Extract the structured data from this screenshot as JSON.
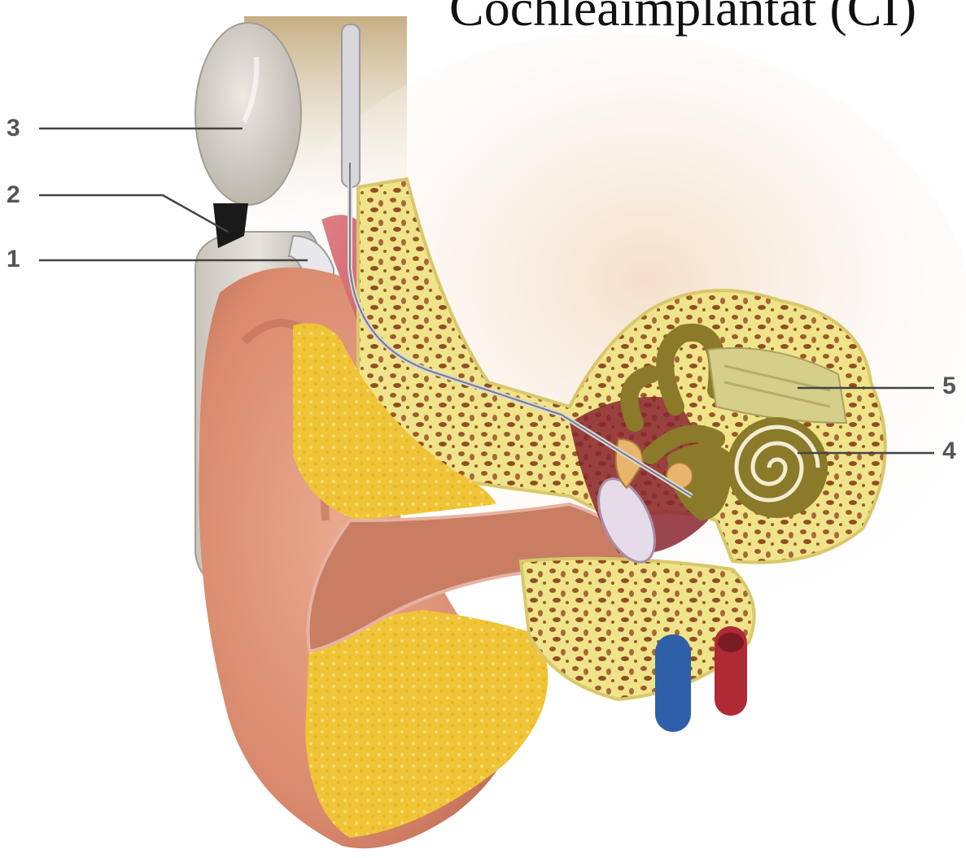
{
  "title": "Cochleaimplantat (CI)",
  "labels": {
    "l1": "1",
    "l2": "2",
    "l3": "3",
    "l4": "4",
    "l5": "5"
  },
  "colors": {
    "skin": "#d98a6e",
    "skin_dark": "#b9654f",
    "bone": "#f0e48a",
    "bone_pore": "#9a5a2a",
    "fat": "#f0c437",
    "muscle": "#c8505a",
    "cochlea": "#8a7a2a",
    "device": "#d9d4cc",
    "vein": "#2f5fa8",
    "artery": "#b02a35",
    "label_line": "#444444"
  }
}
